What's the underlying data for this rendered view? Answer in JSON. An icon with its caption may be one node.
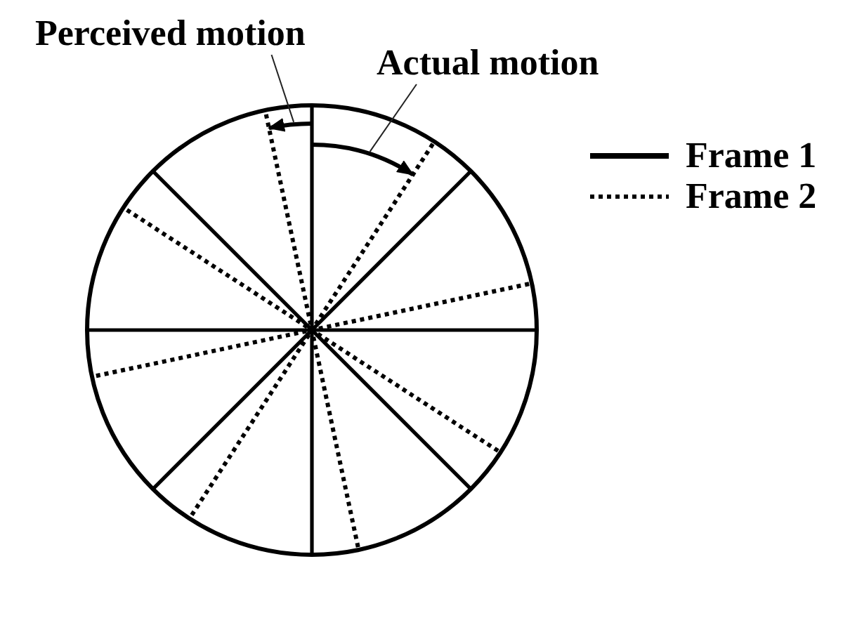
{
  "diagram": {
    "nodes": [
      {
        "text": [
          "Perceived motion"
        ]
      },
      {
        "text": [
          "Actual motion"
        ]
      },
      {
        "text": [],
        "shape": "arrow"
      },
      {
        "text": [],
        "shape": "arrow"
      }
    ],
    "edges": [
      {
        "from": 0,
        "to": 2,
        "arrow": "none"
      },
      {
        "from": 1,
        "to": 3,
        "arrow": "none"
      }
    ],
    "legend": [
      {
        "text": "Frame 1"
      },
      {
        "text": "Frame 2"
      }
    ]
  }
}
